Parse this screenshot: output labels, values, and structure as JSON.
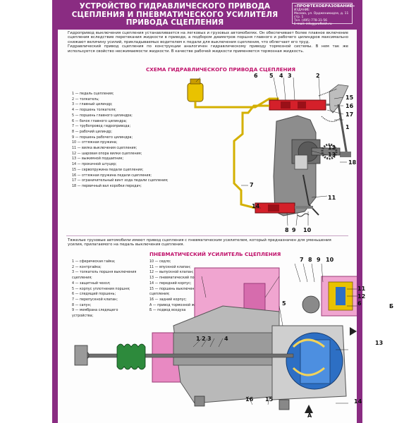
{
  "header": {
    "title": [
      "УСТРОЙСТВО ГИДРАВЛИЧЕСКОГО ПРИВОДА",
      "СЦЕПЛЕНИЯ И ПНЕВМАТИЧЕСКОГО УСИЛИТЕЛЯ",
      "ПРИВОДА СЦЕПЛЕНИЯ"
    ],
    "logo": {
      "brand": "«ПРОФТЕХОБРАЗОВАНИЕ»",
      "lines": [
        "ИЗДАНИЕ",
        "Москва, ул. Ордженикидзе, д. 11 стр. 1",
        "Тел. (495) 778-31-56",
        "E-mail: info@proftekh.ru"
      ]
    }
  },
  "intro_1": "Гидропривод выключения сцепления устанавливается на легковых и грузовых автомобилях. Он обеспечивает более плавное включение сцепления вследствие перетекания жидкости в приводе, а подбором диаметров поршня главного и рабочего цилиндров максимально снижают величину усилий, прикладываемых водителем к педали для выключения сцепления, что облегчает его труд.",
  "intro_2": "Гидравлический привод сцепления по конструкции аналогичен гидравлическому приводу тормозной системы. В нем так же используется свойство несжимаемости жидкости. В качестве рабочей жидкости применяется тормозная жидкость.",
  "section_hydraulic": "СХЕМА ГИДРАВЛИЧЕСКОГО ПРИВОДА СЦЕПЛЕНИЯ",
  "legend_hydraulic": [
    "1 — педаль сцепления;",
    "2 — толкатель;",
    "3 — главный цилиндр;",
    "4 — поршень толкателя;",
    "5 — поршень главного цилиндра;",
    "6 — бачок главного цилиндра;",
    "7 — трубопровод гидропривода;",
    "8 — рабочий цилиндр;",
    "9 — поршень рабочего цилиндра;",
    "10 — оттяжная пружина;",
    "11 — вилка выключения сцепления;",
    "12 — шаровая опора вилки сцепления;",
    "13 — выжимной подшипник;",
    "14 — прокачной штуцер;",
    "15 — сервопружина педали сцепления;",
    "16 — оттяжная пружина педали сцепления;",
    "17 — ограничительный винт хода педали сцепления;",
    "18 — первичный вал коробки передач;"
  ],
  "callouts_hydraulic": {
    "c6": "6",
    "c5": "5",
    "c4": "4",
    "c3": "3",
    "c2": "2",
    "c15": "15",
    "c16": "16",
    "c17": "17",
    "c1": "1",
    "c12": "12",
    "c13": "13",
    "c18": "18",
    "c7": "7",
    "c11": "11",
    "c14": "14",
    "c8": "8",
    "c9": "9",
    "c10": "10"
  },
  "intro_pneumatic": "Тяжелые грузовые автомобили имеют привод сцепления с пневматическим усилителем, который предназначен для уменьшения усилия, прилагаемого на педаль выключения сцепления.",
  "section_pneumatic": "ПНЕВМАТИЧЕСКИЙ УСИЛИТЕЛЬ СЦЕПЛЕНИЯ",
  "legend_pneumatic_left": [
    "1 — сферическая гайка;",
    "2 — контргайка;",
    "3 — толкатель поршня выключения",
    "сцепления;",
    "4 — защитный чехол;",
    "5 — корпус уплотнения поршня;",
    "6 — следящий поршень;",
    "7 — перепускной клапан;",
    "8 — сапун;",
    "9 — мембрана следящего",
    "устройства;"
  ],
  "legend_pneumatic_right": [
    "10 — седло;",
    "11 — впускной клапан;",
    "12 — выпускной клапан;",
    "13 — пневматический поршень;",
    "14 — передний корпус;",
    "15 — поршень выключения",
    "сцепления;",
    "16 — задний корпус;",
    "А — привод тормозной жидкости;",
    "Б — подвод воздуха"
  ],
  "callouts_pneumatic": {
    "c7": "7",
    "c8": "8",
    "c9": "9",
    "c10": "10",
    "c11": "11",
    "c12": "12",
    "c13": "13",
    "c14": "14",
    "c5": "5",
    "c6": "6",
    "c1": "1",
    "c2": "2",
    "c3": "3",
    "c4": "4",
    "c15": "15",
    "c16": "16",
    "cA": "А",
    "cB": "Б"
  },
  "colors": {
    "frame": "#8a2c82",
    "section_title": "#c0126b",
    "hydraulic_red": "#d4202a",
    "pipe_yellow": "#e9c200",
    "air_blue": "#2d6fc4",
    "housing_pink": "#f0a5d0"
  }
}
